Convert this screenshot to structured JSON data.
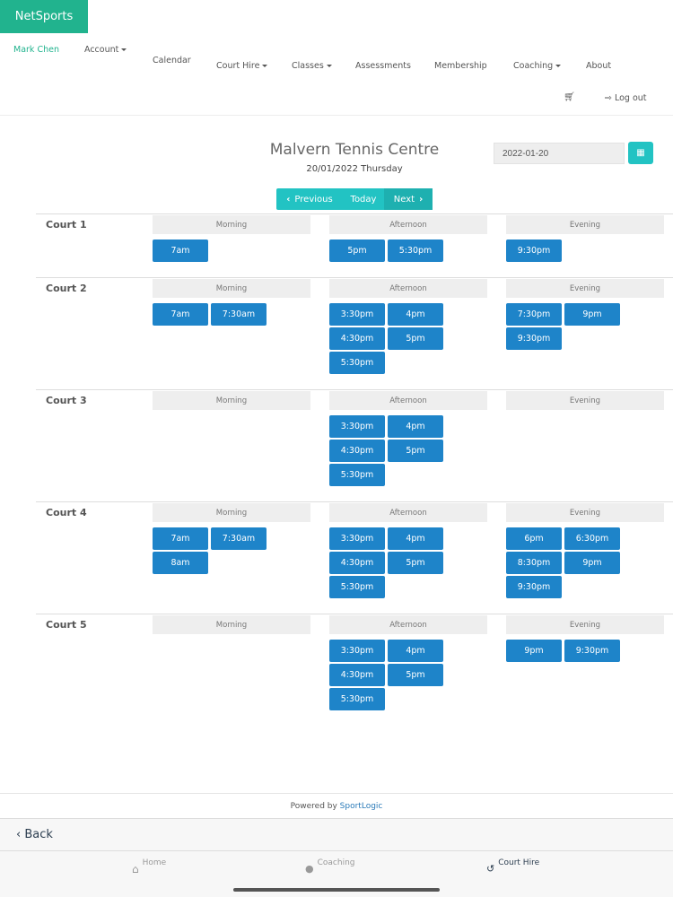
{
  "brand": "NetSports",
  "nav": {
    "user": "Mark Chen",
    "account": "Account",
    "calendar": "Calendar",
    "court_hire": "Court Hire",
    "classes": "Classes",
    "assessments": "Assessments",
    "membership": "Membership",
    "coaching": "Coaching",
    "about": "About",
    "logout": "Log out"
  },
  "header": {
    "title": "Malvern Tennis Centre",
    "subtitle": "20/01/2022 Thursday",
    "date_value": "2022-01-20"
  },
  "pager": {
    "previous": "Previous",
    "today": "Today",
    "next": "Next"
  },
  "periods": [
    "Morning",
    "Afternoon",
    "Evening"
  ],
  "courts": [
    {
      "name": "Court 1",
      "morning": [
        "7am"
      ],
      "afternoon": [
        "5pm",
        "5:30pm"
      ],
      "evening": [
        "9:30pm"
      ]
    },
    {
      "name": "Court 2",
      "morning": [
        "7am",
        "7:30am"
      ],
      "afternoon": [
        "3:30pm",
        "4pm",
        "4:30pm",
        "5pm",
        "5:30pm"
      ],
      "evening": [
        "7:30pm",
        "9pm",
        "9:30pm"
      ]
    },
    {
      "name": "Court 3",
      "morning": [],
      "afternoon": [
        "3:30pm",
        "4pm",
        "4:30pm",
        "5pm",
        "5:30pm"
      ],
      "evening": []
    },
    {
      "name": "Court 4",
      "morning": [
        "7am",
        "7:30am",
        "8am"
      ],
      "afternoon": [
        "3:30pm",
        "4pm",
        "4:30pm",
        "5pm",
        "5:30pm"
      ],
      "evening": [
        "6pm",
        "6:30pm",
        "8:30pm",
        "9pm",
        "9:30pm"
      ]
    },
    {
      "name": "Court 5",
      "morning": [],
      "afternoon": [
        "3:30pm",
        "4pm",
        "4:30pm",
        "5pm",
        "5:30pm"
      ],
      "evening": [
        "9pm",
        "9:30pm"
      ]
    }
  ],
  "footer": {
    "powered": "Powered by ",
    "company": "SportLogic"
  },
  "back": "Back",
  "tabs": {
    "home": "Home",
    "coaching": "Coaching",
    "court_hire": "Court Hire"
  },
  "colors": {
    "brand": "#21b38e",
    "accent": "#22c3c3",
    "slot": "#1e84c9"
  }
}
